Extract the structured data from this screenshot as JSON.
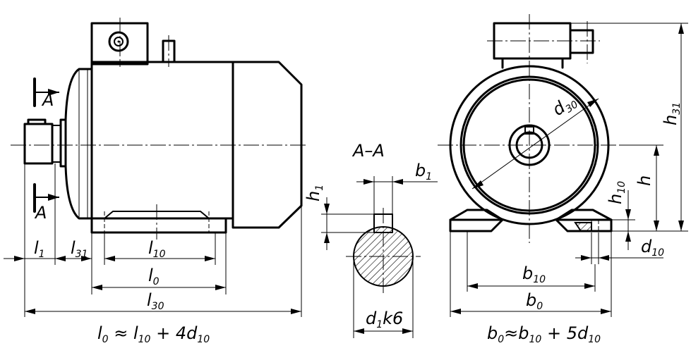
{
  "labels": {
    "section_marker_top": "A",
    "section_marker_bottom": "A",
    "section_title": "A–A",
    "l1": {
      "main": "l",
      "sub": "1"
    },
    "l31": {
      "main": "l",
      "sub": "31"
    },
    "l10": {
      "main": "l",
      "sub": "10"
    },
    "l0": {
      "main": "l",
      "sub": "0"
    },
    "l30": {
      "main": "l",
      "sub": "30"
    },
    "b1": {
      "main": "b",
      "sub": "1"
    },
    "h1": {
      "main": "h",
      "sub": "1"
    },
    "d1k6": {
      "main": "d",
      "sub": "1",
      "tail": "k6"
    },
    "d30": {
      "main": "d",
      "sub": "30"
    },
    "h31": {
      "main": "h",
      "sub": "31"
    },
    "h": {
      "main": "h"
    },
    "h10": {
      "main": "h",
      "sub": "10"
    },
    "d10": {
      "main": "d",
      "sub": "10"
    },
    "b10": {
      "main": "b",
      "sub": "10"
    },
    "b0": {
      "main": "b",
      "sub": "0"
    }
  },
  "formulas": {
    "length": {
      "a": "l",
      "a_sub": "0",
      "approx": " ≈ ",
      "b": "l",
      "b_sub": "10",
      "plus": " + 4",
      "c": "d",
      "c_sub": "10"
    },
    "width": {
      "a": "b",
      "a_sub": "0",
      "approx": "≈",
      "b": "b",
      "b_sub": "10",
      "plus": " + 5",
      "c": "d",
      "c_sub": "10"
    }
  }
}
